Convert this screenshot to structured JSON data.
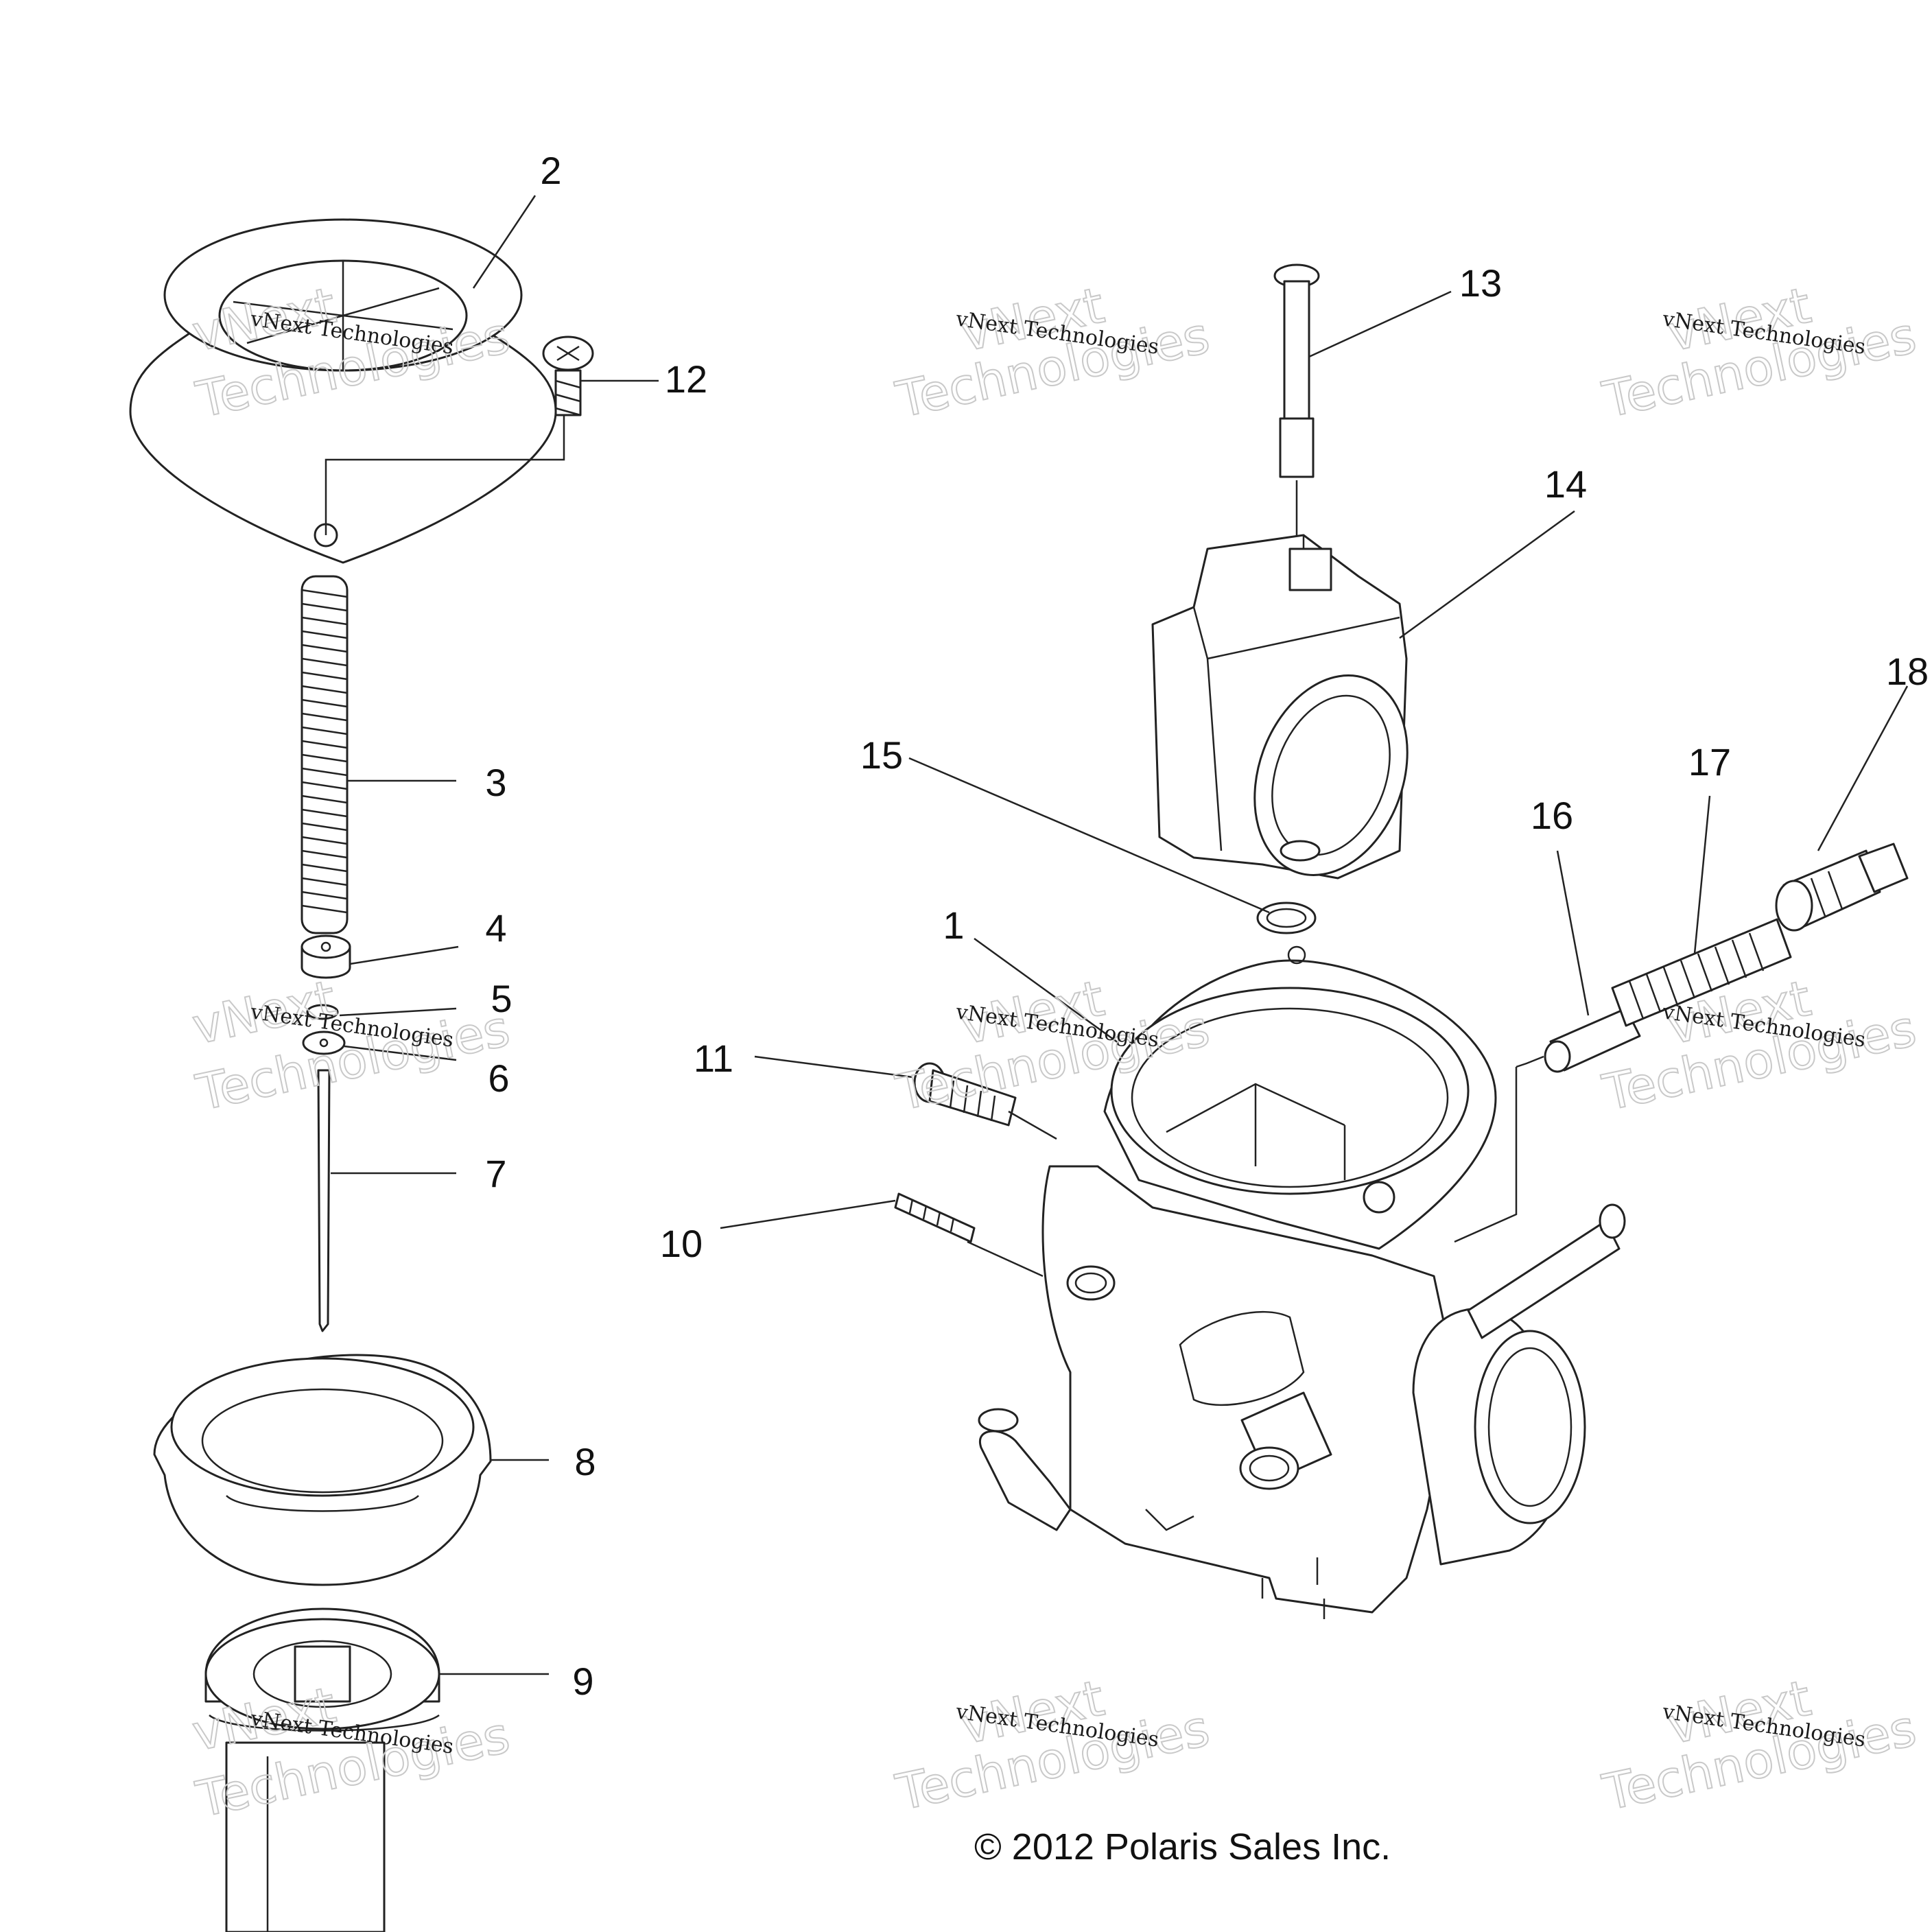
{
  "callouts": [
    {
      "label": "1"
    },
    {
      "label": "2"
    },
    {
      "label": "3"
    },
    {
      "label": "4"
    },
    {
      "label": "5"
    },
    {
      "label": "6"
    },
    {
      "label": "7"
    },
    {
      "label": "8"
    },
    {
      "label": "9"
    },
    {
      "label": "10"
    },
    {
      "label": "11"
    },
    {
      "label": "12"
    },
    {
      "label": "13"
    },
    {
      "label": "14"
    },
    {
      "label": "15"
    },
    {
      "label": "16"
    },
    {
      "label": "17"
    },
    {
      "label": "18"
    }
  ],
  "watermark": {
    "small_text": "vNext Technologies",
    "big_line1": "vNext",
    "big_line2": "Technologies"
  },
  "copyright": "© 2012 Polaris Sales Inc."
}
